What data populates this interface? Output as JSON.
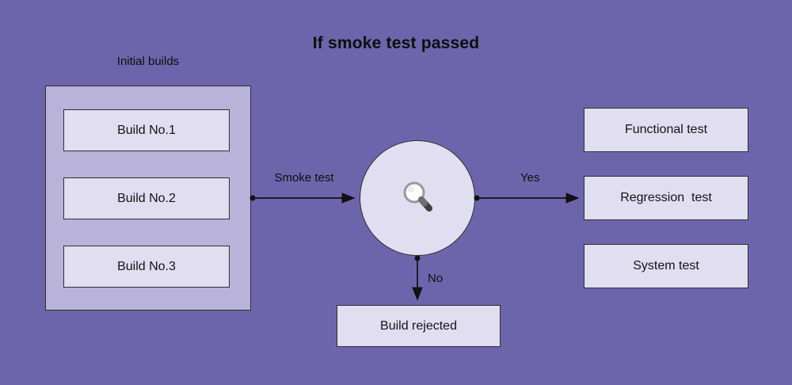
{
  "diagram": {
    "title": "If smoke test passed"
  },
  "left_group": {
    "label": "Initial builds",
    "items": [
      "Build No.1",
      "Build No.2",
      "Build No.3"
    ]
  },
  "decision": {
    "icon": "magnifier-icon"
  },
  "edges": {
    "smoke_test": "Smoke test",
    "yes": "Yes",
    "no": "No"
  },
  "right_nodes": [
    "Functional test",
    "Regression  test",
    "System test"
  ],
  "rejected_node": "Build rejected",
  "colors": {
    "background": "#6d65ac",
    "group_fill": "#b9b3d9",
    "node_fill": "#e0def0",
    "node_border": "#2f2f2f",
    "text": "#0e0e0e",
    "connector": "#111111"
  }
}
